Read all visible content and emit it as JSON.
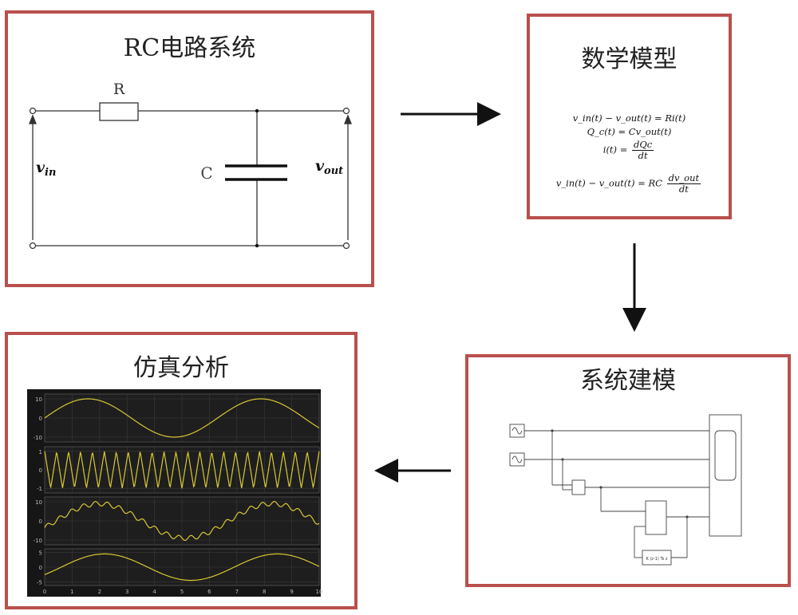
{
  "panels": {
    "rc": {
      "title": "RC电路系统"
    },
    "math": {
      "title": "数学模型"
    },
    "sim": {
      "title": "仿真分析"
    },
    "sys": {
      "title": "系统建模"
    }
  },
  "circuit": {
    "resistor": "R",
    "capacitor": "C",
    "vin": "in",
    "vout": "out",
    "v": "v"
  },
  "equations": [
    "vin(t) − vout(t) = Ri(t)",
    "Qc(t) = Cvout(t)",
    "i(t) = dQc/dt",
    "vin(t) − vout(t) = RC dvout/dt"
  ],
  "eq_parts": {
    "eq1": "v_in(t) − v_out(t) = Ri(t)",
    "eq2": "Q_c(t) = Cv_out(t)",
    "eq3_left": "i(t) =",
    "eq3_num": "dQc",
    "eq3_den": "dt",
    "eq4_left": "v_in(t) − v_out(t) = RC",
    "eq4_num": "dv_out",
    "eq4_den": "dt"
  },
  "simulink": {
    "block_text": "K (z-1)\nTs z"
  },
  "scope": {
    "x_ticks": [
      "0",
      "1",
      "2",
      "3",
      "4",
      "5",
      "6",
      "7",
      "8",
      "9",
      "10"
    ],
    "panes": [
      {
        "y_ticks": [
          "10",
          "0",
          "-10"
        ]
      },
      {
        "y_ticks": [
          "1",
          "0",
          "-1"
        ]
      },
      {
        "y_ticks": [
          "10",
          "0",
          "-10"
        ]
      },
      {
        "y_ticks": [
          "5",
          "0",
          "-5"
        ]
      }
    ],
    "trace_color": "#d8c832"
  }
}
